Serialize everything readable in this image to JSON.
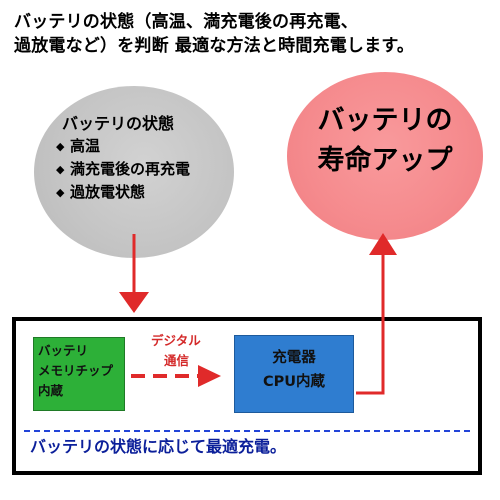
{
  "intro": {
    "line1": "バッテリの状態（高温、満充電後の再充電、",
    "line2": "過放電など）を判断  最適な方法と時間充電します。"
  },
  "battery_state": {
    "title": "バッテリの状態",
    "items": [
      "高温",
      "満充電後の再充電",
      "過放電状態"
    ]
  },
  "battery_life": {
    "line1": "バッテリの",
    "line2": "寿命アップ"
  },
  "battery_module": {
    "line1": "バッテリ",
    "line2": "メモリチップ",
    "line3": "内蔵"
  },
  "communication": {
    "line1": "デジタル",
    "line2": "通信"
  },
  "charger": {
    "line1": "充電器",
    "line2": "CPU内蔵"
  },
  "footer": {
    "text": "バッテリの状態に応じて最適充電。"
  },
  "colors": {
    "arrow": "#e02a2a",
    "battery_box": "#2db038",
    "charger_box": "#2f7dd0",
    "state_circle": "#c4c4c4",
    "life_circle": "#f58a8d",
    "footer_text": "#0b1f9a"
  }
}
